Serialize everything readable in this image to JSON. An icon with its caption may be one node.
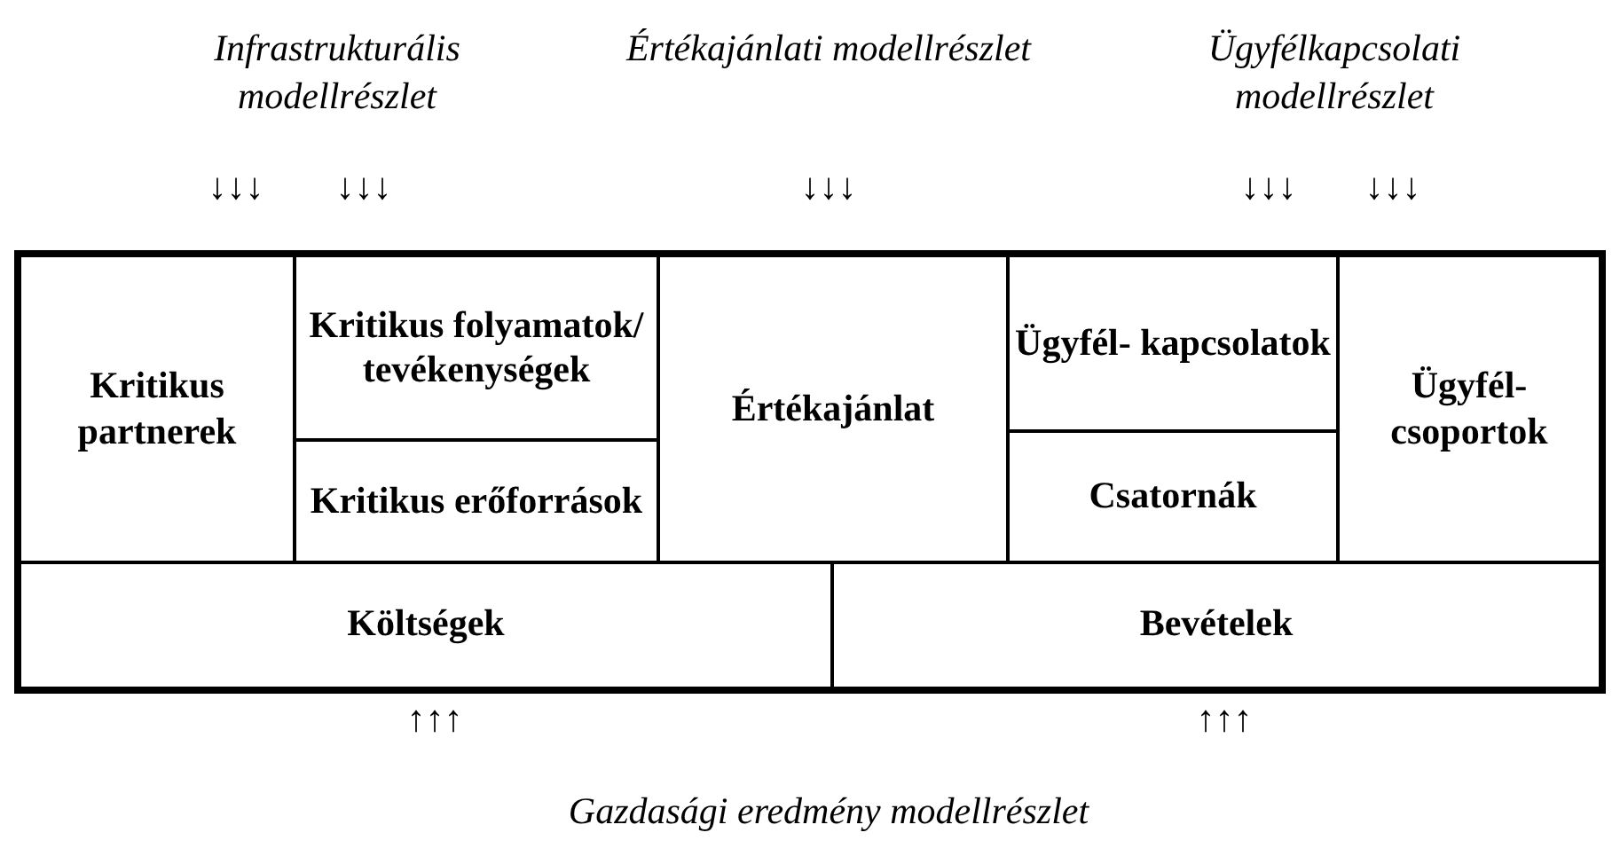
{
  "diagram": {
    "nodes": [
      {
        "text": [
          "Kritikus partnerek"
        ]
      },
      {
        "text": [
          "Kritikus folyamatok/ tevékenységek"
        ]
      },
      {
        "text": [
          "Kritikus erőforrások"
        ]
      },
      {
        "text": [
          "Értékajánlat"
        ]
      },
      {
        "text": [
          "Ügyfél- kapcsolatok"
        ]
      },
      {
        "text": [
          "Csatornák"
        ]
      },
      {
        "text": [
          "Ügyfél- csoportok"
        ]
      },
      {
        "text": [
          "Költségek"
        ]
      },
      {
        "text": [
          "Bevételek"
        ]
      }
    ],
    "labels": [
      "Infrastrukturális modellrészlet",
      "Értékajánlati modellrészlet",
      "Ügyfélkapcsolati modellrészlet",
      "↓↓↓",
      "↓↓↓",
      "↓↓↓",
      "↓↓↓",
      "↓↓↓",
      "↑↑↑",
      "↑↑↑",
      "Gazdasági eredmény modellrészlet"
    ]
  }
}
